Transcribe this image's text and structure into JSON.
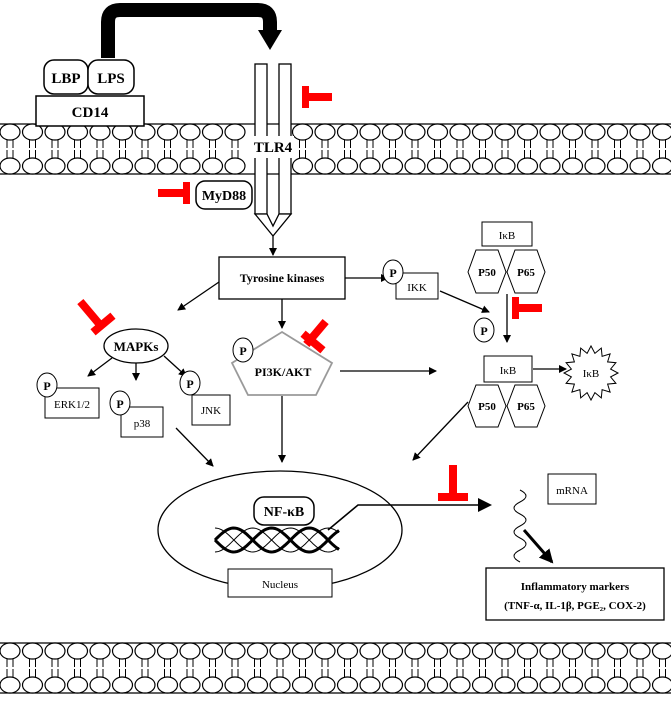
{
  "labels": {
    "lbp": "LBP",
    "lps": "LPS",
    "cd14": "CD14",
    "tlr4": "TLR4",
    "myd88": "MyD88",
    "tyrosine_kinases": "Tyrosine kinases",
    "ikk": "IKK",
    "ikb_top": "IκB",
    "p50_top": "P50",
    "p65_top": "P65",
    "mapks": "MAPKs",
    "erk": "ERK1/2",
    "p38": "p38",
    "jnk": "JNK",
    "pi3k": "PI3K/AKT",
    "ikb_mid": "IκB",
    "p50_mid": "P50",
    "p65_mid": "P65",
    "ikb_deg": "IκB",
    "nfkb": "NF-κB",
    "nucleus": "Nucleus",
    "mrna": "mRNA",
    "inflam_title": "Inflammatory markers",
    "inflam_list": "(TNF-α, IL-1β, PGE₂, COX-2)",
    "phospho": "P"
  },
  "colors": {
    "inhibitor": "#ff0000",
    "line": "#000000",
    "pentagon": "#9a9a9a"
  }
}
